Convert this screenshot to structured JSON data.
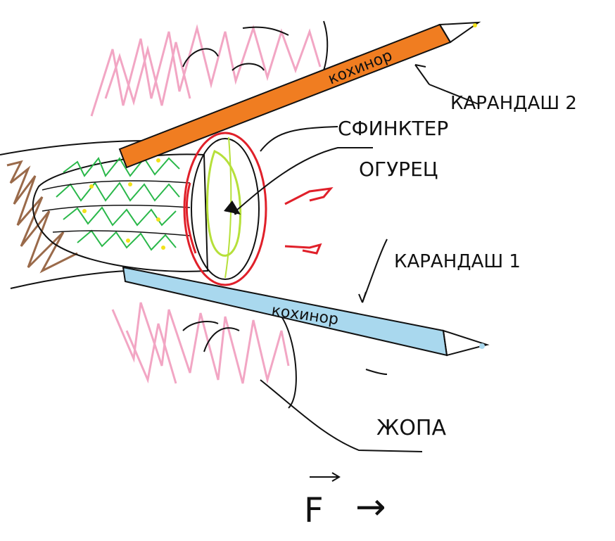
{
  "labels": {
    "pencil2": "КАРАНДАШ 2",
    "pencil1": "КАРАНДАШ 1",
    "sphincter": "СФИНКТЕР",
    "cucumber": "ОГУРЕЦ",
    "butt": "ЖОПА",
    "force": "F",
    "force_arrow": "→",
    "bar_top": "кохинор",
    "bar_bottom": "кохинор"
  },
  "colors": {
    "pink": "#f2a6c4",
    "orange": "#f07d21",
    "brown": "#9a6a4a",
    "green": "#2ab84a",
    "lime": "#b6e03a",
    "red": "#e0202a",
    "blue": "#a9d8ee",
    "yellow": "#f2e21a",
    "black": "#111111"
  }
}
